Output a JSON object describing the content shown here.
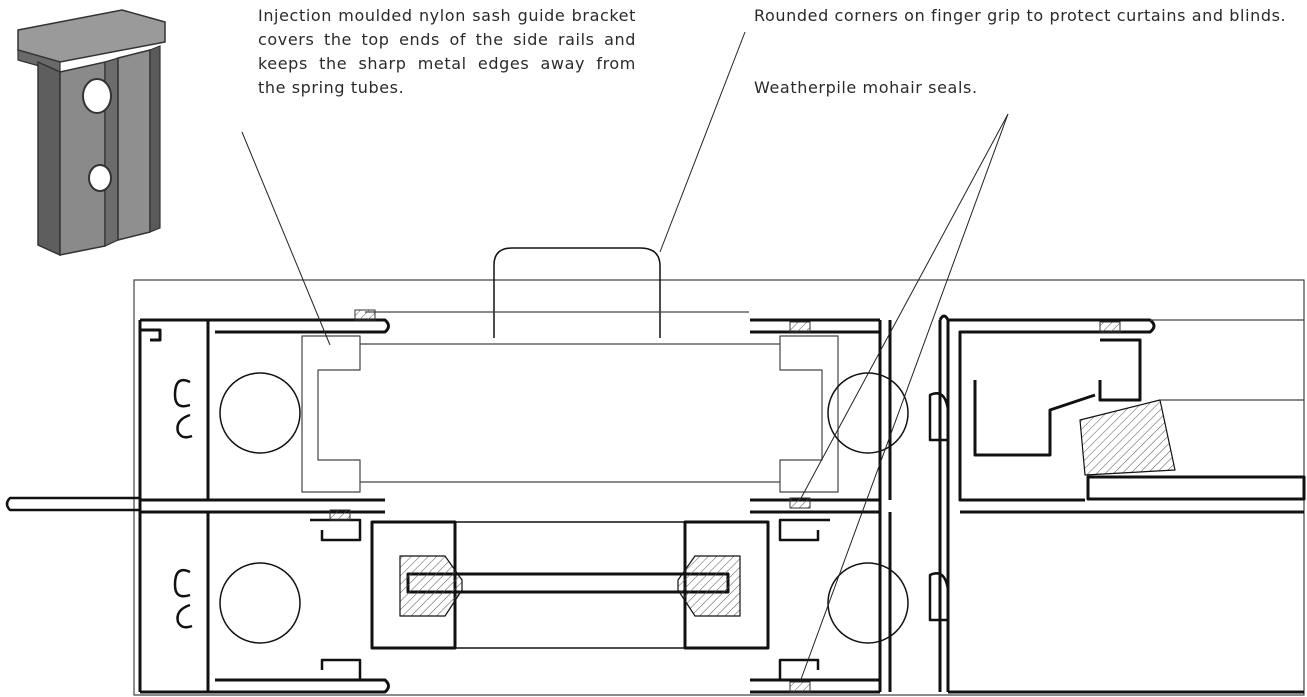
{
  "annotations": {
    "bracket": "Injection moulded nylon sash guide bracket covers the top ends of the side rails and keeps the sharp metal edges away from the spring tubes.",
    "finger_grip": "Rounded corners on finger grip to protect curtains and blinds.",
    "seals": "Weatherpile mohair seals."
  },
  "colors": {
    "line": "#111111",
    "thin_line": "#333333",
    "bracket_face": "#8a8a8a",
    "bracket_side": "#5e5e5e",
    "hatch": "#555555"
  }
}
